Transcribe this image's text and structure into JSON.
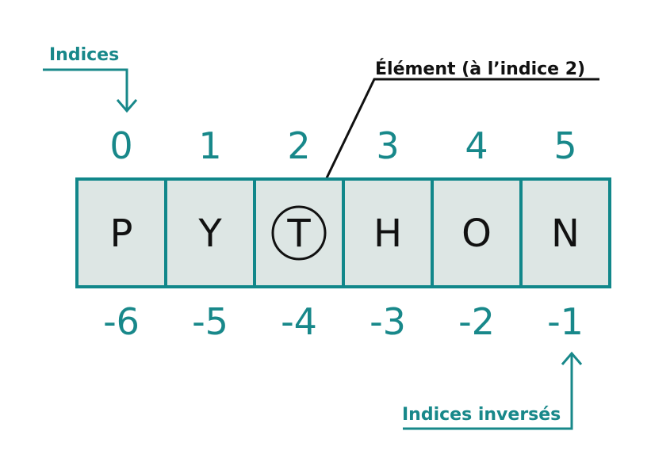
{
  "labels": {
    "indices": "Indices",
    "element": "Élément (à l’indice 2)",
    "reversed_indices": "Indices inversés"
  },
  "cells": [
    {
      "letter": "P",
      "index": "0",
      "reverse_index": "-6"
    },
    {
      "letter": "Y",
      "index": "1",
      "reverse_index": "-5"
    },
    {
      "letter": "T",
      "index": "2",
      "reverse_index": "-4"
    },
    {
      "letter": "H",
      "index": "3",
      "reverse_index": "-3"
    },
    {
      "letter": "O",
      "index": "4",
      "reverse_index": "-2"
    },
    {
      "letter": "N",
      "index": "5",
      "reverse_index": "-1"
    }
  ],
  "highlighted_index": 2,
  "colors": {
    "teal": "#18888a",
    "cell_fill": "#dde6e4",
    "cell_border": "#11878a",
    "text_dark": "#111111"
  }
}
